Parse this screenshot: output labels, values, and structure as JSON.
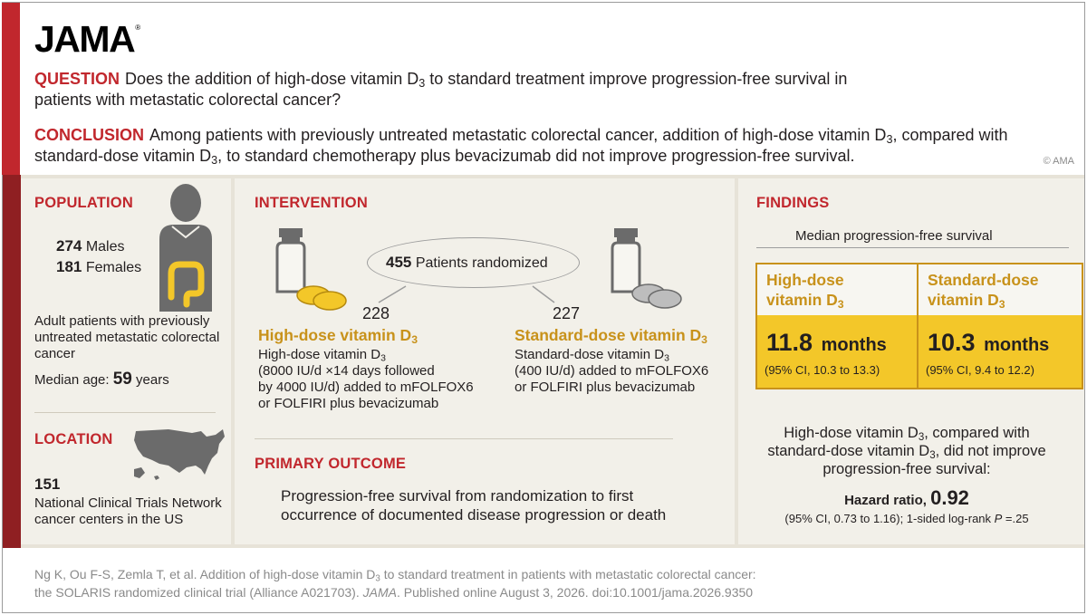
{
  "logo": {
    "text": "JAMA",
    "reg": "®"
  },
  "question": {
    "label": "QUESTION",
    "text_before": "Does the addition of high-dose vitamin D",
    "sub": "3",
    "text_after": " to standard treatment improve progression-free survival in patients with metastatic colorectal cancer?"
  },
  "conclusion": {
    "label": "CONCLUSION",
    "text_a": "Among patients with previously untreated metastatic colorectal cancer, addition of high-dose vitamin D",
    "sub_a": "3",
    "text_b": ", compared with standard-dose vitamin D",
    "sub_b": "3",
    "text_c": ", to standard chemotherapy plus bevacizumab did not improve progression-free survival."
  },
  "copyright": "© AMA",
  "population": {
    "title": "POPULATION",
    "males_count": "274",
    "males_label": "Males",
    "females_count": "181",
    "females_label": "Females",
    "description": "Adult patients with previously untreated metastatic colorectal cancer",
    "median_age_label": "Median age:",
    "median_age_value": "59",
    "median_age_unit": "years"
  },
  "location": {
    "title": "LOCATION",
    "count": "151",
    "description": "National Clinical Trials Network cancer centers in the US"
  },
  "intervention": {
    "title": "INTERVENTION",
    "randomized_count": "455",
    "randomized_label": "Patients randomized",
    "high": {
      "count": "228",
      "title_text": "High-dose vitamin D",
      "title_sub": "3",
      "desc_line1_text": "High-dose vitamin D",
      "desc_line1_sub": "3",
      "desc_line2": "(8000 IU/d ×14 days followed",
      "desc_line3": "by 4000 IU/d) added to mFOLFOX6",
      "desc_line4": "or FOLFIRI plus bevacizumab"
    },
    "standard": {
      "count": "227",
      "title_text": "Standard-dose vitamin D",
      "title_sub": "3",
      "desc_line1_text": "Standard-dose vitamin D",
      "desc_line1_sub": "3",
      "desc_line2": "(400 IU/d) added to mFOLFOX6",
      "desc_line3": "or FOLFIRI plus bevacizumab"
    }
  },
  "primary_outcome": {
    "title": "PRIMARY OUTCOME",
    "line1": "Progression-free survival from randomization to first",
    "line2": "occurrence of documented disease progression or death"
  },
  "findings": {
    "title": "FINDINGS",
    "subtitle": "Median progression-free survival",
    "high": {
      "head_line1": "High-dose",
      "head_line2_text": "vitamin D",
      "head_line2_sub": "3",
      "value": "11.8",
      "unit": "months",
      "ci": "(95% CI, 10.3 to 13.3)"
    },
    "standard": {
      "head_line1": "Standard-dose",
      "head_line2_text": "vitamin D",
      "head_line2_sub": "3",
      "value": "10.3",
      "unit": "months",
      "ci": "(95% CI, 9.4 to 12.2)"
    },
    "conclusion_a": "High-dose vitamin D",
    "conclusion_sub_a": "3",
    "conclusion_b": ", compared with",
    "conclusion_c": "standard-dose vitamin D",
    "conclusion_sub_c": "3",
    "conclusion_d": ", did not improve",
    "conclusion_e": "progression-free survival:",
    "hr_label": "Hazard ratio,",
    "hr_value": "0.92",
    "hr_ci_a": "(95% CI, 0.73 to 1.16); 1-sided log-rank ",
    "hr_ci_p": "P",
    "hr_ci_b": " =.25"
  },
  "citation": {
    "line1_a": "Ng K, Ou F-S, Zemla T, et al. Addition of high-dose vitamin D",
    "line1_sub": "3",
    "line1_b": " to standard treatment in patients with metastatic colorectal cancer:",
    "line2_a": "the SOLARIS randomized clinical trial (Alliance A021703). ",
    "line2_journal": "JAMA",
    "line2_b": ". Published online August 3, 2026. doi:10.1001/jama.2026.9350"
  },
  "colors": {
    "brand_red": "#c1272d",
    "dark_red": "#8f1f22",
    "gold": "#c8921b",
    "yellow": "#f3c729",
    "band": "#e7e3d8",
    "panel": "#f2f0e9"
  }
}
